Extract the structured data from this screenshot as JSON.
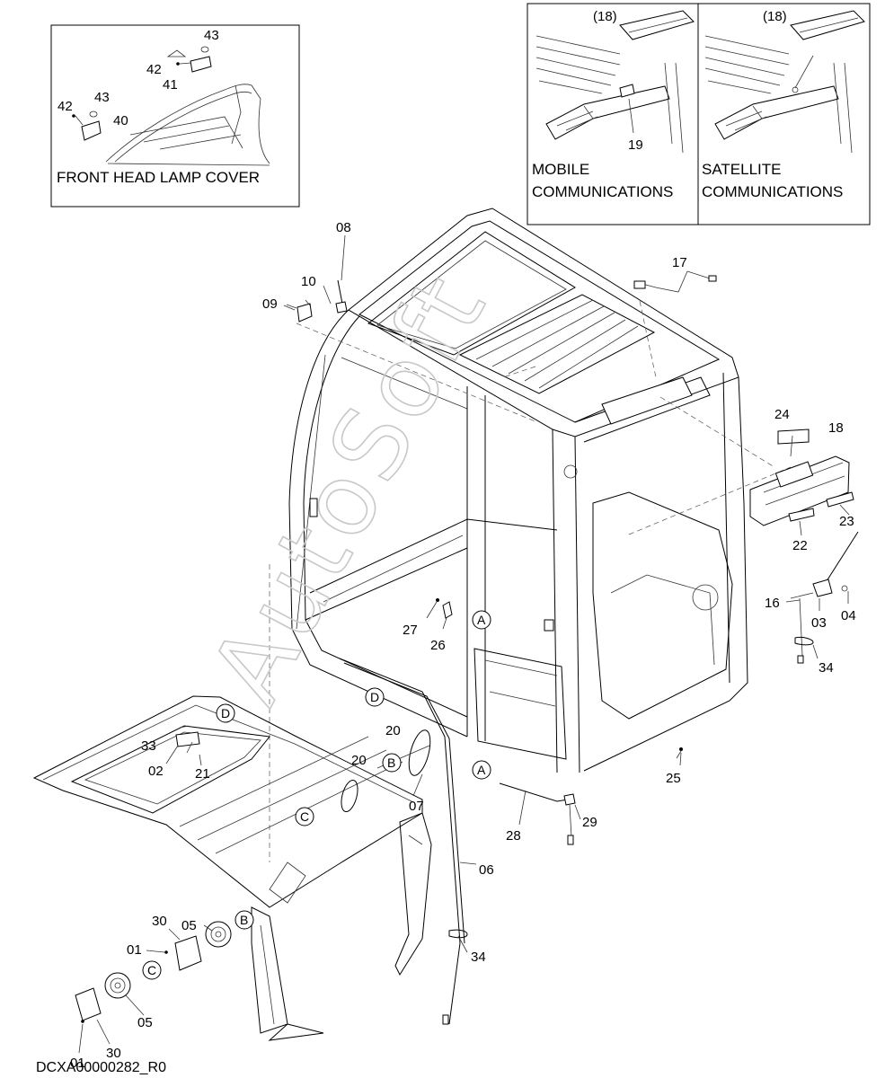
{
  "watermark": "AutoSoft",
  "drawing_code": "DCXA00000282_R0",
  "insets": {
    "front_head_lamp_cover": {
      "title": "FRONT HEAD LAMP COVER",
      "callouts": [
        "43",
        "42",
        "41",
        "43",
        "42",
        "40"
      ]
    },
    "mobile": {
      "title_line1": "MOBILE",
      "title_line2": "COMMUNICATIONS",
      "callouts": [
        "(18)",
        "19"
      ]
    },
    "satellite": {
      "title_line1": "SATELLITE",
      "title_line2": "COMMUNICATIONS",
      "callouts": [
        "(18)"
      ]
    }
  },
  "circle_refs": [
    "A",
    "B",
    "C",
    "D",
    "A",
    "D",
    "B",
    "C"
  ],
  "callouts": {
    "c08": "08",
    "c10": "10",
    "c09": "09",
    "c17": "17",
    "c24": "24",
    "c18": "18",
    "c23": "23",
    "c22": "22",
    "c16": "16",
    "c03": "03",
    "c04": "04",
    "c34a": "34",
    "c27": "27",
    "c26": "26",
    "c25": "25",
    "c33": "33",
    "c02": "02",
    "c21": "21",
    "c20a": "20",
    "c20b": "20",
    "c07": "07",
    "c28": "28",
    "c29": "29",
    "c06": "06",
    "c34b": "34",
    "c05a": "05",
    "c30a": "30",
    "c01a": "01",
    "c05b": "05",
    "c30b": "30",
    "c01b": "01"
  }
}
